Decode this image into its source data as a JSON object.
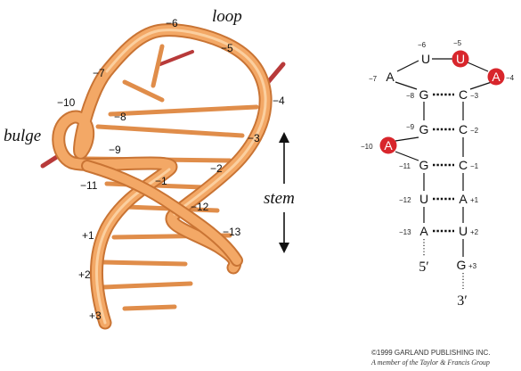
{
  "left_panel": {
    "label_loop": "loop",
    "label_bulge": "bulge",
    "label_stem": "stem",
    "ribbon_color": "#f0a15e",
    "ribbon_edge_color": "#d07a35",
    "strand_color": "#b83a3a",
    "labels": {
      "n6": "−6",
      "n5": "−5",
      "n7": "−7",
      "n4": "−4",
      "n10": "−10",
      "n8": "−8",
      "n3": "−3",
      "n9": "−9",
      "n2": "−2",
      "n11": "−11",
      "n1": "−1",
      "n12": "−12",
      "n13": "−13",
      "p1": "+1",
      "p2": "+2",
      "p3": "+3"
    }
  },
  "right_panel": {
    "highlight_color": "#d8262c",
    "bases": {
      "loop_top_left": "U",
      "loop_top_right": "U",
      "loop_left": "A",
      "loop_right": "A",
      "g8": "G",
      "c3": "C",
      "g9": "G",
      "c2": "C",
      "bulge": "A",
      "g11": "G",
      "c1": "C",
      "u12": "U",
      "a1": "A",
      "a13": "A",
      "u2": "U",
      "g3": "G"
    },
    "positions": {
      "loop_top_left": "−6",
      "loop_top_right": "−5",
      "loop_left": "−7",
      "loop_right": "−4",
      "g8": "−8",
      "c3": "−3",
      "g9": "−9",
      "c2": "−2",
      "bulge": "−10",
      "g11": "−11",
      "c1": "−1",
      "u12": "−12",
      "a1": "+1",
      "a13": "−13",
      "u2": "+2",
      "g3": "+3"
    },
    "end5": "5′",
    "end3": "3′"
  },
  "footer": {
    "copyright": "©1999 GARLAND PUBLISHING INC.",
    "member": "A member of the Taylor & Francis Group"
  }
}
